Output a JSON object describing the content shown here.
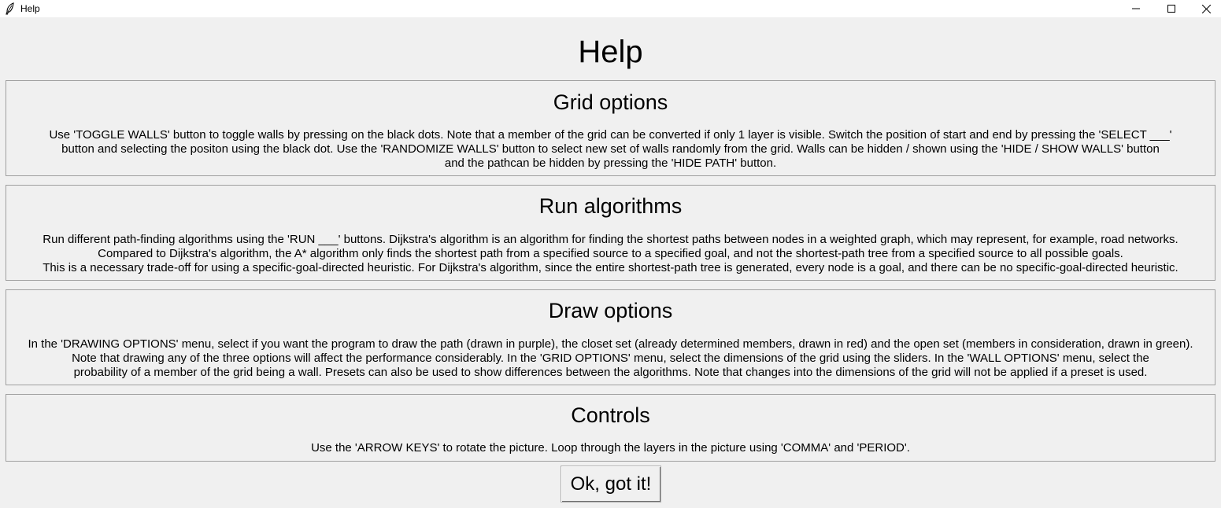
{
  "window": {
    "title": "Help",
    "icon": "feather-icon",
    "controls": [
      "minimize-icon",
      "maximize-icon",
      "close-icon"
    ]
  },
  "header": {
    "title": "Help"
  },
  "sections": [
    {
      "title": "Grid options",
      "lines": [
        "Use 'TOGGLE WALLS' button to toggle walls by pressing on the black dots. Note that a member of the grid can be converted if only 1 layer is visible. Switch the position of start and end by pressing the 'SELECT ___'",
        "button and selecting the positon using the black dot. Use the 'RANDOMIZE WALLS' button to select new set of walls randomly from the grid. Walls can be hidden / shown using the 'HIDE / SHOW WALLS' button",
        "and the pathcan be hidden by pressing the 'HIDE PATH' button."
      ]
    },
    {
      "title": "Run algorithms",
      "lines": [
        "Run different path-finding algorithms using the 'RUN ___' buttons. Dijkstra's algorithm is an algorithm for finding the shortest paths between nodes in a weighted graph, which may represent, for example, road networks.",
        "Compared to Dijkstra's algorithm, the A* algorithm only finds the shortest path from a specified source to a specified goal, and not the shortest-path tree from a specified source to all possible goals.",
        "This is a necessary trade-off for using a specific-goal-directed heuristic. For Dijkstra's algorithm, since the entire shortest-path tree is generated, every node is a goal, and there can be no specific-goal-directed heuristic."
      ]
    },
    {
      "title": "Draw options",
      "lines": [
        "In the 'DRAWING OPTIONS' menu, select if you want the program to draw the path (drawn in purple), the closet set (already determined members, drawn in red) and the open set (members in consideration, drawn in green).",
        "Note that drawing any of the three options will affect the performance considerably. In the 'GRID OPTIONS' menu, select the dimensions of the grid using the sliders. In the 'WALL OPTIONS' menu, select the",
        "probability of a member of the grid being a wall. Presets can also be used to show differences between the algorithms. Note that changes into the dimensions of the grid will not be applied if a preset is used."
      ]
    },
    {
      "title": "Controls",
      "lines": [
        "Use the 'ARROW KEYS' to rotate the picture. Loop through the layers in the picture using 'COMMA' and 'PERIOD'."
      ]
    }
  ],
  "footer": {
    "ok_label": "Ok, got it!"
  }
}
